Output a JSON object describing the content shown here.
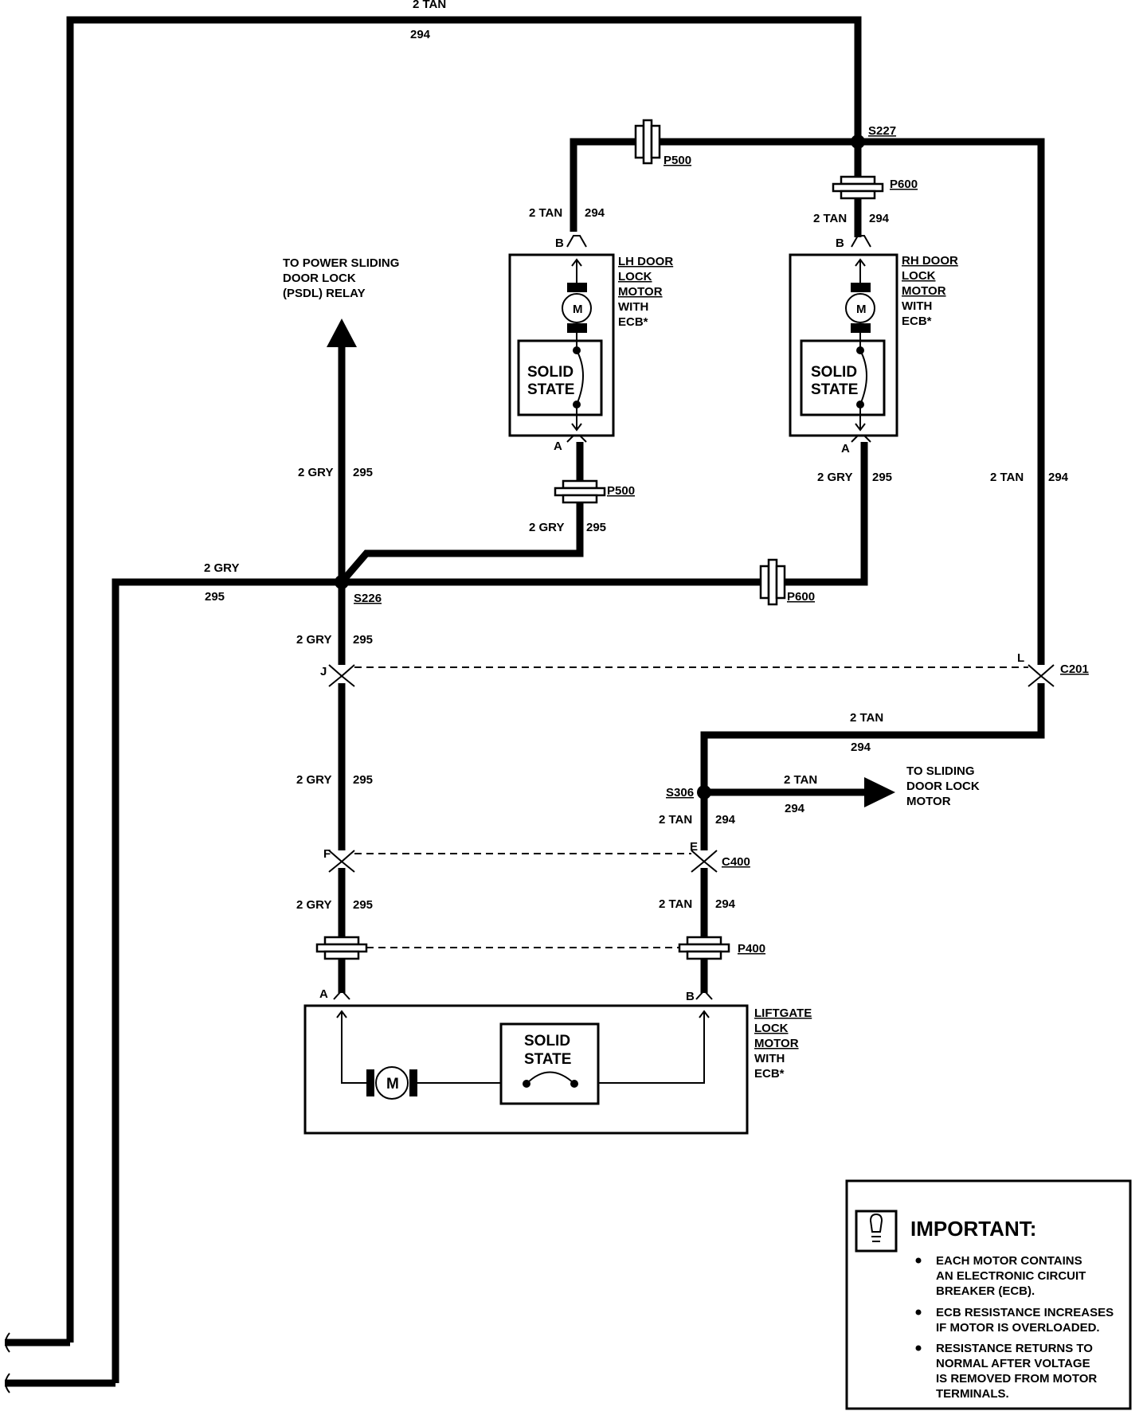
{
  "wires": {
    "tan_top": {
      "gauge": "2 TAN",
      "circuit": "294"
    },
    "lh_b": {
      "gauge": "2 TAN",
      "circuit": "294"
    },
    "rh_b": {
      "gauge": "2 TAN",
      "circuit": "294"
    },
    "right_vertical": {
      "gauge": "2 TAN",
      "circuit": "294"
    },
    "lh_a": {
      "gauge": "2 GRY",
      "circuit": "295"
    },
    "rh_a": {
      "gauge": "2 GRY",
      "circuit": "295"
    },
    "psdl_feed": {
      "gauge": "2 GRY",
      "circuit": "295"
    },
    "gry_left": {
      "gauge": "2 GRY",
      "circuit": "295"
    },
    "gry_below_s226": {
      "gauge": "2 GRY",
      "circuit": "295"
    },
    "gry_mid": {
      "gauge": "2 GRY",
      "circuit": "295"
    },
    "gry_low": {
      "gauge": "2 GRY",
      "circuit": "295"
    },
    "tan_c201_s306": {
      "gauge": "2 TAN",
      "circuit": "294"
    },
    "tan_sliding": {
      "gauge": "2 TAN",
      "circuit": "294"
    },
    "tan_s306_c400": {
      "gauge": "2 TAN",
      "circuit": "294"
    },
    "tan_low": {
      "gauge": "2 TAN",
      "circuit": "294"
    }
  },
  "splices": {
    "s227": "S227",
    "s226": "S226",
    "s306": "S306"
  },
  "connectors": {
    "p500_top": "P500",
    "p600_top": "P600",
    "p500_low": "P500",
    "p600_low": "P600",
    "c201": "C201",
    "c400": "C400",
    "p400": "P400"
  },
  "terminals": {
    "lh_b": "B",
    "lh_a": "A",
    "rh_b": "B",
    "rh_a": "A",
    "c201_j": "J",
    "c201_l": "L",
    "c400_f": "F",
    "c400_e": "E",
    "liftgate_a": "A",
    "liftgate_b": "B"
  },
  "components": {
    "lh_motor": [
      "LH DOOR",
      "LOCK",
      "MOTOR",
      "WITH",
      "ECB*"
    ],
    "rh_motor": [
      "RH DOOR",
      "LOCK",
      "MOTOR",
      "WITH",
      "ECB*"
    ],
    "liftgate_motor": [
      "LIFTGATE",
      "LOCK",
      "MOTOR",
      "WITH",
      "ECB*"
    ],
    "solid_state": [
      "SOLID",
      "STATE"
    ],
    "motor_symbol": "M"
  },
  "destinations": {
    "psdl_relay": [
      "TO POWER SLIDING",
      "DOOR LOCK",
      "(PSDL) RELAY"
    ],
    "sliding_motor": [
      "TO SLIDING",
      "DOOR LOCK",
      "MOTOR"
    ]
  },
  "important": {
    "title": "IMPORTANT:",
    "icon": "caution-bulb-icon",
    "notes": [
      [
        "EACH MOTOR CONTAINS",
        "AN ELECTRONIC CIRCUIT",
        "BREAKER (ECB)."
      ],
      [
        "ECB RESISTANCE INCREASES",
        "IF MOTOR IS OVERLOADED."
      ],
      [
        "RESISTANCE RETURNS TO",
        "NORMAL AFTER VOLTAGE",
        "IS REMOVED FROM MOTOR",
        "TERMINALS."
      ]
    ]
  }
}
